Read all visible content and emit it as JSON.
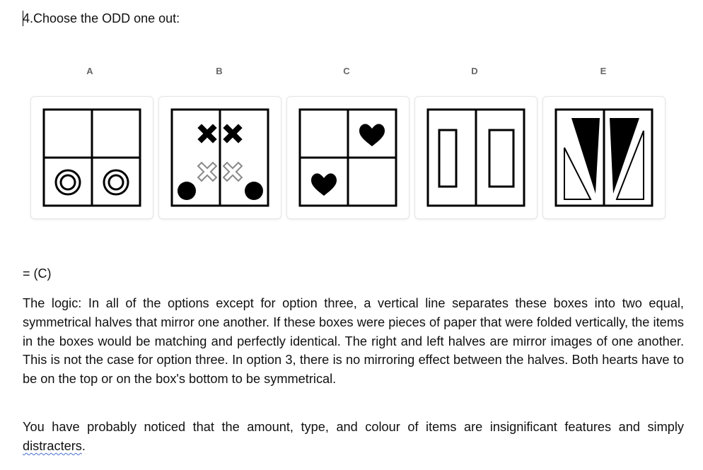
{
  "question": "4.Choose the ODD one out:",
  "options": [
    {
      "label": "A",
      "icon": "double-circles-bottom"
    },
    {
      "label": "B",
      "icon": "crosses-and-dots"
    },
    {
      "label": "C",
      "icon": "hearts-diagonal"
    },
    {
      "label": "D",
      "icon": "two-rectangles"
    },
    {
      "label": "E",
      "icon": "black-triangles"
    }
  ],
  "answer": "= (C)",
  "logic_paragraph": "The logic: In all of the options except for option three, a vertical line separates these boxes into two equal, symmetrical halves that mirror one another. If these boxes were pieces of paper that were folded vertically, the items in the boxes would be matching and perfectly identical. The right and left halves are mirror images of one another. This is not the case for option three. In option 3, there is no mirroring effect between the halves. Both hearts have to be on the top or on the box's bottom to be symmetrical.",
  "note_paragraph_prefix": "You have probably noticed that the amount, type, and colour of items are insignificant features and simply ",
  "note_paragraph_misspelled": "distracters",
  "note_paragraph_suffix": ".",
  "colors": {
    "spellcheck_underline": "#4a6fd1",
    "label_gray": "#666666"
  }
}
